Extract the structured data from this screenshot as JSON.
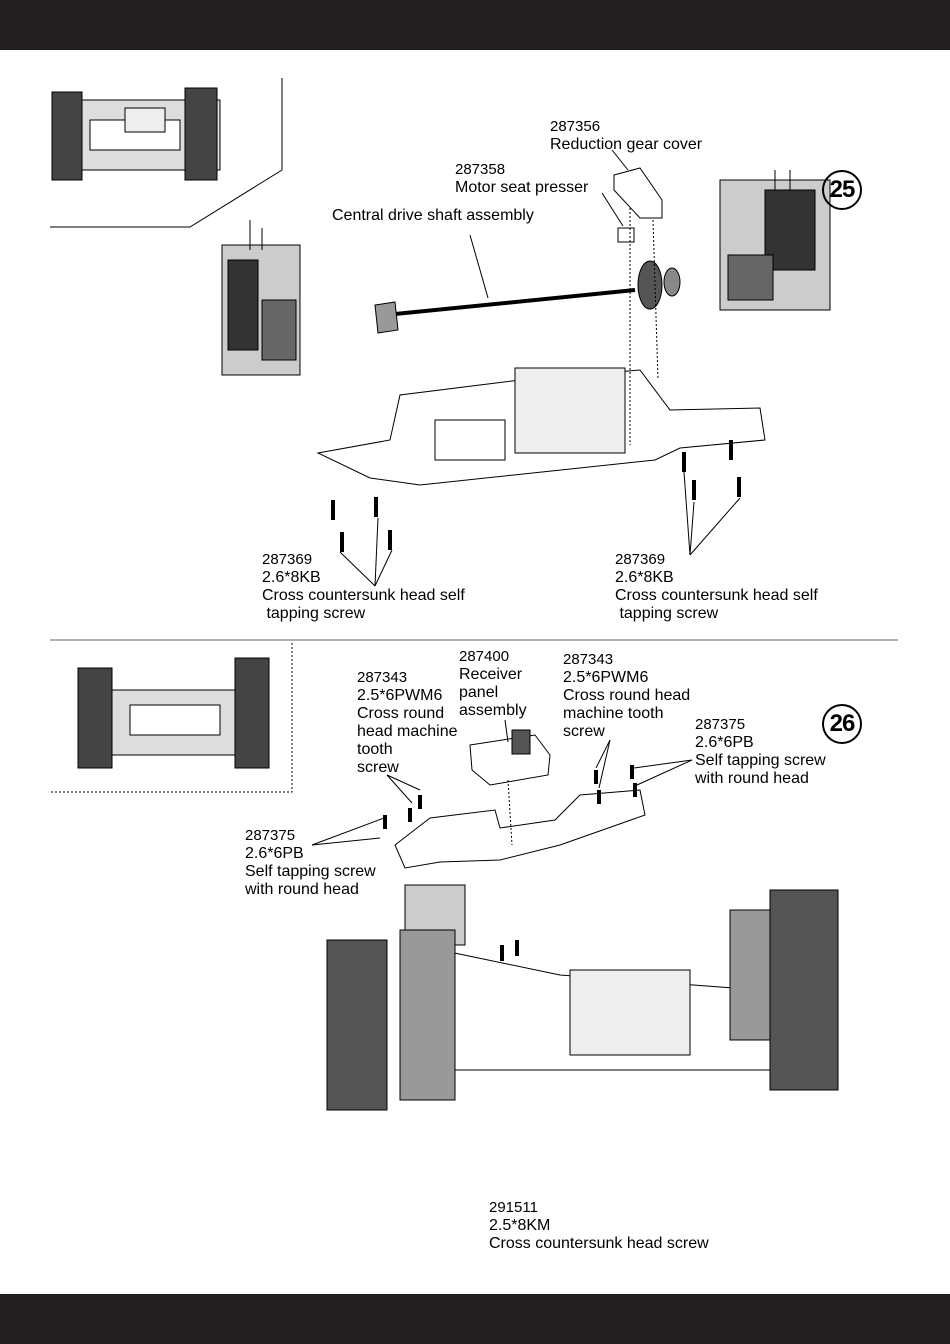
{
  "steps": [
    {
      "number": "25",
      "labels": {
        "reduction_gear_cover": {
          "code": "287356",
          "lines": [
            "Reduction gear cover"
          ]
        },
        "motor_seat_presser": {
          "code": "287358",
          "lines": [
            "Motor seat presser"
          ]
        },
        "central_drive_shaft": {
          "code": "",
          "lines": [
            "Central drive shaft assembly"
          ]
        },
        "screw_left": {
          "code": "287369",
          "lines": [
            "2.6*8KB",
            "Cross countersunk head self",
            " tapping screw"
          ]
        },
        "screw_right": {
          "code": "287369",
          "lines": [
            "2.6*8KB",
            "Cross countersunk head self",
            " tapping screw"
          ]
        }
      }
    },
    {
      "number": "26",
      "labels": {
        "receiver_panel": {
          "code": "287400",
          "lines": [
            "Receiver",
            "panel",
            "assembly"
          ]
        },
        "machine_screw_left": {
          "code": "287343",
          "lines": [
            "2.5*6PWM6",
            "Cross round",
            "head machine",
            "tooth",
            "screw"
          ]
        },
        "machine_screw_right": {
          "code": "287343",
          "lines": [
            "2.5*6PWM6",
            "Cross round head",
            "machine tooth",
            "screw"
          ]
        },
        "self_tap_right": {
          "code": "287375",
          "lines": [
            "2.6*6PB",
            "Self tapping screw",
            "with round head"
          ]
        },
        "self_tap_left": {
          "code": "287375",
          "lines": [
            "2.6*6PB",
            "Self tapping screw",
            "with round head"
          ]
        },
        "countersunk_bottom": {
          "code": "291511",
          "lines": [
            "2.5*8KM",
            "Cross countersunk head screw"
          ]
        }
      }
    }
  ],
  "colors": {
    "band": "#231f20",
    "ink": "#000000"
  }
}
